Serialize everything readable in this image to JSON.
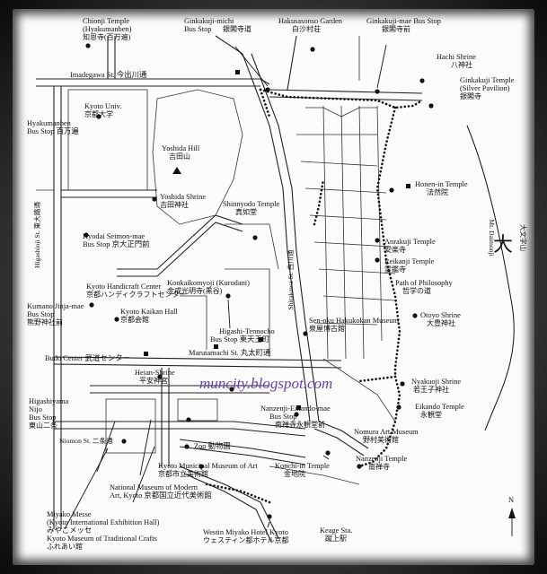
{
  "watermark": "muncity.blogspot.com",
  "mountain": {
    "kanji": "大",
    "name": "Mt. Daimonji",
    "name_jp": "大文字山"
  },
  "north_label": "N",
  "streets": {
    "imadegawa": "Imadegawa St. 今出川通",
    "higashioji": "Higashioji St. 東大路通",
    "shirakawa": "Shirakawa St. 白川通",
    "marutamachi": "Marutamachi St. 丸太町通",
    "nijo": "Niomon St. 二条通"
  },
  "places": [
    {
      "id": "chionji",
      "en": "Chionji Temple",
      "en2": "(Hyakumanben)",
      "jp": "知恩寺(百万遍)"
    },
    {
      "id": "ginkakuji-michi",
      "en": "Ginkakuji-michi",
      "en2": "Bus Stop",
      "jp": "銀閣寺道"
    },
    {
      "id": "hakusasonso",
      "en": "Hakusasonso Garden",
      "en2": "",
      "jp": "白沙村荘"
    },
    {
      "id": "ginkakuji-mae",
      "en": "Ginkakuji-mae Bus Stop",
      "en2": "",
      "jp": "銀閣寺前"
    },
    {
      "id": "hachi",
      "en": "Hachi Shrine",
      "en2": "",
      "jp": "八神社"
    },
    {
      "id": "ginkakuji",
      "en": "Ginkakuji Temple",
      "en2": "(Silver Pavilion)",
      "jp": "銀閣寺"
    },
    {
      "id": "kyoto-univ",
      "en": "Kyoto Univ.",
      "en2": "",
      "jp": "京都大学"
    },
    {
      "id": "hyakumanben",
      "en": "Hyakumanben",
      "en2": "Bus Stop 百万遍",
      "jp": ""
    },
    {
      "id": "yoshida-hill",
      "en": "Yoshida Hill",
      "en2": "",
      "jp": "吉田山"
    },
    {
      "id": "yoshida-shrine",
      "en": "Yoshida Shrine",
      "en2": "",
      "jp": "吉田神社"
    },
    {
      "id": "honen-in",
      "en": "Honen-in Temple",
      "en2": "",
      "jp": "法然院"
    },
    {
      "id": "shinnyodo",
      "en": "Shinnyodo Temple",
      "en2": "",
      "jp": "真如堂"
    },
    {
      "id": "kyodai-seimon",
      "en": "Kyodai Seimon-mae",
      "en2": "Bus Stop 京大正門前",
      "jp": ""
    },
    {
      "id": "anrakuji",
      "en": "Anrakuji Temple",
      "en2": "",
      "jp": "安楽寺"
    },
    {
      "id": "reikanji",
      "en": "Reikanji Temple",
      "en2": "",
      "jp": "霊鑑寺"
    },
    {
      "id": "path-philosophy",
      "en": "Path of Philosophy",
      "en2": "",
      "jp": "哲学の道"
    },
    {
      "id": "handicraft",
      "en": "Kyoto Handicraft Center",
      "en2": "",
      "jp": "京都ハンディクラフトセンター"
    },
    {
      "id": "konkaikomyoji",
      "en": "Konkaikomyoji (Kurodani)",
      "en2": "",
      "jp": "金戒光明寺(黒谷)"
    },
    {
      "id": "kumano",
      "en": "Kumano Jinja-mae",
      "en2": "Bus Stop",
      "jp": "熊野神社前"
    },
    {
      "id": "kaikan",
      "en": "Kyoto Kaikan Hall",
      "en2": "",
      "jp": "京都会館"
    },
    {
      "id": "senoku",
      "en": "Sen-oku Hakukokan Museum",
      "en2": "",
      "jp": "泉屋博古館"
    },
    {
      "id": "otoyo",
      "en": "Otoyo Shrine",
      "en2": "",
      "jp": "大豊神社"
    },
    {
      "id": "higashi-tenno",
      "en": "Higashi-Tennocho",
      "en2": "Bus Stop 東天王町",
      "jp": ""
    },
    {
      "id": "budo",
      "en": "Budo Center 武道センター",
      "en2": "",
      "jp": ""
    },
    {
      "id": "heian",
      "en": "Heian-Shrine",
      "en2": "",
      "jp": "平安神宮"
    },
    {
      "id": "nyakuoji",
      "en": "Nyakuoji Shrine",
      "en2": "",
      "jp": "若王子神社"
    },
    {
      "id": "eikando",
      "en": "Eikando Temple",
      "en2": "",
      "jp": "永観堂"
    },
    {
      "id": "higashiyama-nijo",
      "en": "Higashiyama",
      "en2": "Nijo",
      "en3": "Bus Stop",
      "jp": "東山二条"
    },
    {
      "id": "nanzenji-eikando",
      "en": "Nanzenji-Eikando-mae",
      "en2": "Bus Stop",
      "jp": "南禅寺永観堂前"
    },
    {
      "id": "nomura",
      "en": "Nomura Art Museum",
      "en2": "",
      "jp": "野村美術館"
    },
    {
      "id": "zoo",
      "en": "Zoo 動物園",
      "en2": "",
      "jp": ""
    },
    {
      "id": "municipal",
      "en": "Kyoto Municipal Museum of Art",
      "en2": "",
      "jp": "京都市立美術館"
    },
    {
      "id": "konchi-in",
      "en": "Konchi-in Temple",
      "en2": "",
      "jp": "金地院"
    },
    {
      "id": "nanzenji",
      "en": "Nanzenji Temple",
      "en2": "",
      "jp": "南禅寺"
    },
    {
      "id": "momak",
      "en": "National Museum of Modern",
      "en2": "Art, Kyoto 京都国立近代美術館",
      "jp": ""
    },
    {
      "id": "miyako-messe",
      "en": "Miyako Messe",
      "en2": "(Kyoto International Exhibition Hall)",
      "en3": "みやこメッセ",
      "en4": "Kyoto Museum of Traditional Crafts",
      "jp": "ふれあい館"
    },
    {
      "id": "westin",
      "en": "Westin Miyako Hotel Kyoto",
      "en2": "",
      "jp": "ウェスティン都ホテル京都"
    },
    {
      "id": "keage",
      "en": "Keage Sta.",
      "en2": "",
      "jp": "蹴上駅"
    }
  ]
}
